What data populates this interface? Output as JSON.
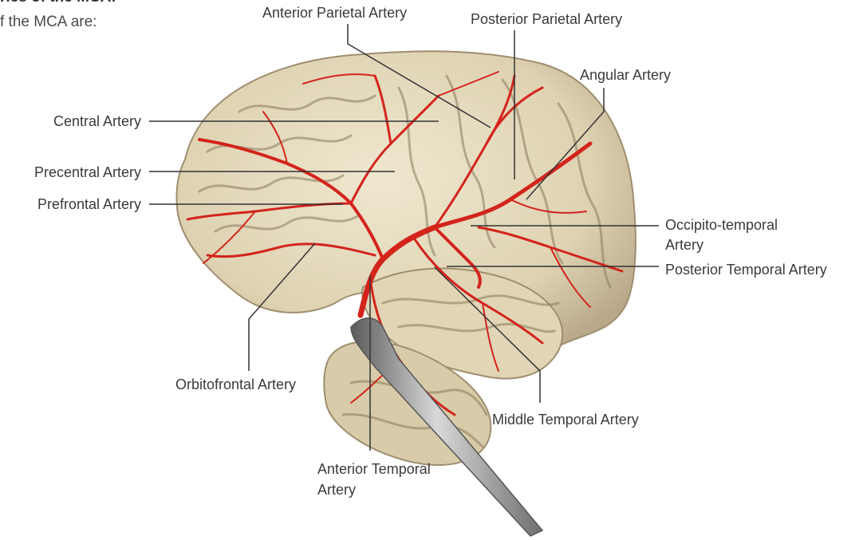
{
  "intro": {
    "title": "ries of the MCA:",
    "subtitle": "f the MCA are:"
  },
  "labels": {
    "anterior_parietal": "Anterior Parietal Artery",
    "posterior_parietal": "Posterior Parietal Artery",
    "angular": "Angular Artery",
    "central": "Central Artery",
    "precentral": "Precentral Artery",
    "prefrontal": "Prefrontal Artery",
    "occipito_temporal_1": "Occipito-temporal",
    "occipito_temporal_2": "Artery",
    "posterior_temporal": "Posterior Temporal Artery",
    "orbitofrontal": "Orbitofrontal Artery",
    "middle_temporal": "Middle Temporal Artery",
    "anterior_temporal_1": "Anterior Temporal",
    "anterior_temporal_2": "Artery"
  },
  "colors": {
    "brain_fill": "#e6dcc0",
    "brain_shadow": "#b9a98a",
    "sulcus": "#8a7a5c",
    "artery": "#d3241c",
    "leader": "#333333",
    "probe": "#8c8c8c"
  }
}
